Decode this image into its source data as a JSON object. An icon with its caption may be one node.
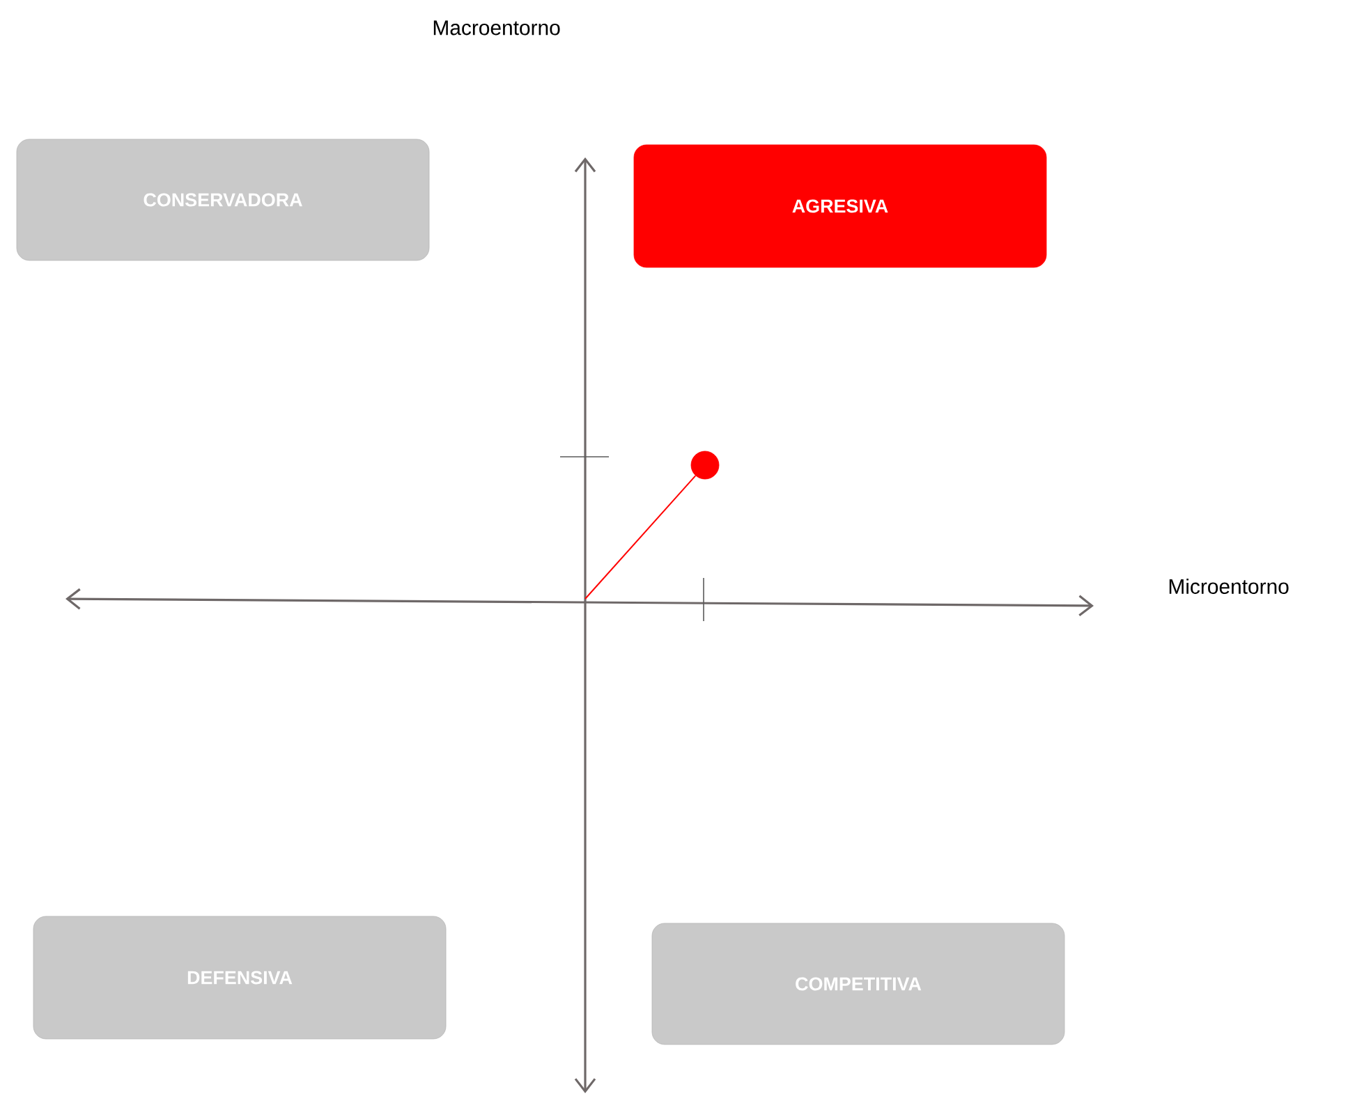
{
  "diagram": {
    "nodes": [
      {
        "text": [
          "CONSERVADORA"
        ]
      },
      {
        "text": [
          "AGRESIVA"
        ]
      },
      {
        "text": [
          "DEFENSIVA"
        ]
      },
      {
        "text": [
          "COMPETITIVA"
        ]
      },
      {
        "text": [],
        "shape": "circle"
      }
    ],
    "edges": [
      {
        "from": null,
        "to": 4,
        "arrow": "none",
        "color": "#ff0000"
      }
    ],
    "labels": [
      "Macroentorno",
      "Microentorno"
    ]
  }
}
